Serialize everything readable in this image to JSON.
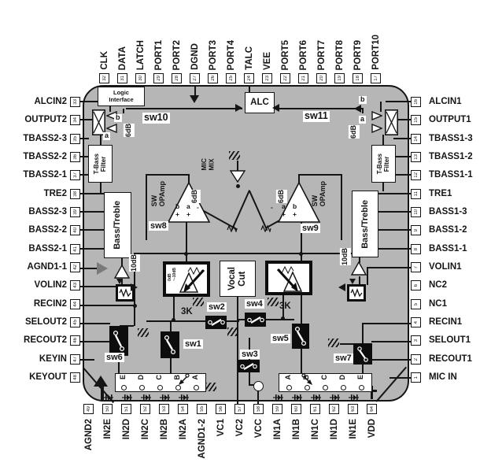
{
  "pins": {
    "top": [
      {
        "num": "32",
        "name": "CLK"
      },
      {
        "num": "31",
        "name": "DATA"
      },
      {
        "num": "30",
        "name": "LATCH"
      },
      {
        "num": "29",
        "name": "PORT1"
      },
      {
        "num": "28",
        "name": "PORT2"
      },
      {
        "num": "27",
        "name": "DGND"
      },
      {
        "num": "26",
        "name": "PORT3"
      },
      {
        "num": "25",
        "name": "PORT4"
      },
      {
        "num": "24",
        "name": "TALC"
      },
      {
        "num": "23",
        "name": "VEE"
      },
      {
        "num": "22",
        "name": "PORT5"
      },
      {
        "num": "21",
        "name": "PORT6"
      },
      {
        "num": "20",
        "name": "PORT7"
      },
      {
        "num": "19",
        "name": "PORT8"
      },
      {
        "num": "18",
        "name": "PORT9"
      },
      {
        "num": "17",
        "name": "PORT10"
      }
    ],
    "left": [
      {
        "num": "33",
        "name": "ALCIN2"
      },
      {
        "num": "34",
        "name": "OUTPUT2"
      },
      {
        "num": "35",
        "name": "TBASS2-3"
      },
      {
        "num": "36",
        "name": "TBASS2-2"
      },
      {
        "num": "37",
        "name": "TBASS2-1"
      },
      {
        "num": "38",
        "name": "TRE2"
      },
      {
        "num": "39",
        "name": "BASS2-3"
      },
      {
        "num": "40",
        "name": "BASS2-2"
      },
      {
        "num": "41",
        "name": "BASS2-1"
      },
      {
        "num": "42",
        "name": "AGND1-1"
      },
      {
        "num": "43",
        "name": "VOLIN2"
      },
      {
        "num": "44",
        "name": "RECIN2"
      },
      {
        "num": "45",
        "name": "SELOUT2"
      },
      {
        "num": "46",
        "name": "RECOUT2"
      },
      {
        "num": "47",
        "name": "KEYIN"
      },
      {
        "num": "48",
        "name": "KEYOUT"
      }
    ],
    "right": [
      {
        "num": "16",
        "name": "ALCIN1"
      },
      {
        "num": "15",
        "name": "OUTPUT1"
      },
      {
        "num": "14",
        "name": "TBASS1-3"
      },
      {
        "num": "13",
        "name": "TBASS1-2"
      },
      {
        "num": "12",
        "name": "TBASS1-1"
      },
      {
        "num": "11",
        "name": "TRE1"
      },
      {
        "num": "10",
        "name": "BASS1-3"
      },
      {
        "num": "9",
        "name": "BASS1-2"
      },
      {
        "num": "8",
        "name": "BASS1-1"
      },
      {
        "num": "7",
        "name": "VOLIN1"
      },
      {
        "num": "6",
        "name": "NC2"
      },
      {
        "num": "5",
        "name": "NC1"
      },
      {
        "num": "4",
        "name": "RECIN1"
      },
      {
        "num": "3",
        "name": "SELOUT1"
      },
      {
        "num": "2",
        "name": "RECOUT1"
      },
      {
        "num": "1",
        "name": "MIC IN"
      }
    ],
    "bottom": [
      {
        "num": "49",
        "name": "AGND2"
      },
      {
        "num": "50",
        "name": "IN2E"
      },
      {
        "num": "51",
        "name": "IN2D"
      },
      {
        "num": "52",
        "name": "IN2C"
      },
      {
        "num": "53",
        "name": "IN2B"
      },
      {
        "num": "54",
        "name": "IN2A"
      },
      {
        "num": "55",
        "name": "AGND1-2"
      },
      {
        "num": "56",
        "name": "VC1"
      },
      {
        "num": "57",
        "name": "VC2"
      },
      {
        "num": "58",
        "name": "VCC"
      },
      {
        "num": "59",
        "name": "IN1A"
      },
      {
        "num": "60",
        "name": "IN1B"
      },
      {
        "num": "61",
        "name": "IN1C"
      },
      {
        "num": "62",
        "name": "IN1D"
      },
      {
        "num": "63",
        "name": "IN1E"
      },
      {
        "num": "64",
        "name": "VDD"
      }
    ]
  },
  "blocks": {
    "logic_interface": "Logic\nInterface",
    "alc": "ALC",
    "t_bass_filter": "T-Bass\nFilter",
    "bass_treble": "Bass/Treble",
    "mic_mix": "MIC\nMIX",
    "sw_opamp": "SW\nOPAmp",
    "vocal_cut": "Vocal\nCut",
    "gain_range": "0dB\n~-10dB"
  },
  "switches": {
    "sw1": "sw1",
    "sw2": "sw2",
    "sw3": "sw3",
    "sw4": "sw4",
    "sw5": "sw5",
    "sw6": "sw6",
    "sw7": "sw7",
    "sw8": "sw8",
    "sw9": "sw9",
    "sw10": "sw10",
    "sw11": "sw11"
  },
  "misc": {
    "db6": "6dB",
    "db10": "10dB",
    "r3k": "3K",
    "a": "a",
    "b": "b",
    "plus": "+",
    "minus": "-"
  },
  "selectors": {
    "left": [
      "E",
      "D",
      "C",
      "B",
      "A"
    ],
    "right": [
      "A",
      "B",
      "C",
      "D",
      "E"
    ]
  },
  "colors": {
    "chip": "#b6b6b6",
    "line": "#151515",
    "block": "#ffffff",
    "gray_arrow": "#7a7a7a"
  }
}
